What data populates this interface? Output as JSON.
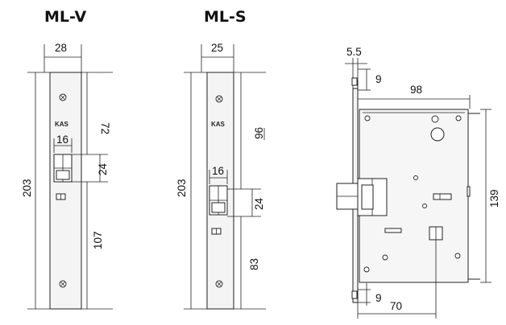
{
  "models": [
    {
      "title": "ML-V",
      "width": "28",
      "latch_width": "16",
      "top_to_latch": "72",
      "latch_height": "24",
      "latch_to_bottom": "107",
      "total_height": "203",
      "brand": "KAS"
    },
    {
      "title": "ML-S",
      "width": "25",
      "latch_width": "16",
      "top_to_latch": "96",
      "latch_height": "24",
      "latch_to_bottom": "83",
      "total_height": "203",
      "brand": "KAS"
    }
  ],
  "side_view": {
    "faceplate_offset": "5.5",
    "screw_offset_top": "9",
    "screw_offset_bottom": "9",
    "case_depth": "98",
    "backset": "70",
    "case_height": "139"
  }
}
